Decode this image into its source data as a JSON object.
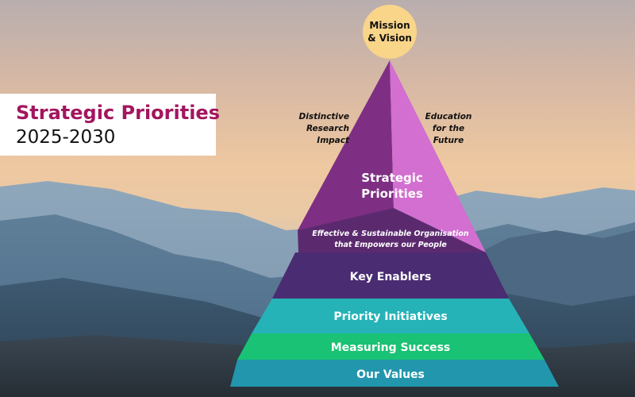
{
  "title": {
    "line1": "Strategic Priorities",
    "line2": "2025-2030"
  },
  "apex": {
    "line1": "Mission",
    "line2": "& Vision"
  },
  "side_labels": {
    "left": [
      "Distinctive",
      "Research",
      "Impact"
    ],
    "right": [
      "Education",
      "for the",
      "Future"
    ]
  },
  "strategic": {
    "line1": "Strategic",
    "line2": "Priorities"
  },
  "effective": {
    "line1": "Effective & Sustainable Organisation",
    "line2": "that Empowers our People"
  },
  "tiers": {
    "key_enablers": "Key Enablers",
    "priority_initiatives": "Priority Initiatives",
    "measuring_success": "Measuring Success",
    "our_values": "Our Values"
  },
  "colors": {
    "title_accent": "#a3155f",
    "apex_circle": "#f9d58a",
    "left_face": "#7e2f83",
    "right_face": "#d26fd0",
    "effective_band": "#5b2a6e",
    "key_enablers": "#4a2c72",
    "priority_initiatives": "#26b3b7",
    "measuring_success": "#19c274",
    "our_values": "#2196ad"
  }
}
